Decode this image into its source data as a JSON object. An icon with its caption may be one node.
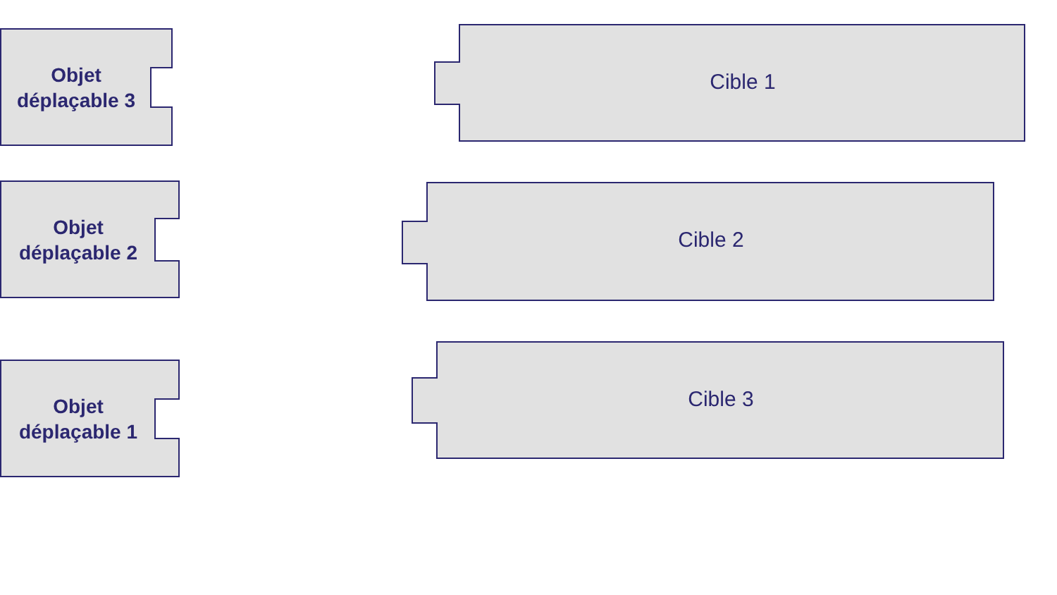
{
  "diagram": {
    "nodes": [
      {
        "text": [
          "Objet déplaçable 3"
        ]
      },
      {
        "text": [
          "Cible 1"
        ]
      },
      {
        "text": [
          "Objet déplaçable 2"
        ]
      },
      {
        "text": [
          "Cible 2"
        ]
      },
      {
        "text": [
          "Objet déplaçable 1"
        ]
      },
      {
        "text": [
          "Cible 3"
        ]
      }
    ]
  }
}
